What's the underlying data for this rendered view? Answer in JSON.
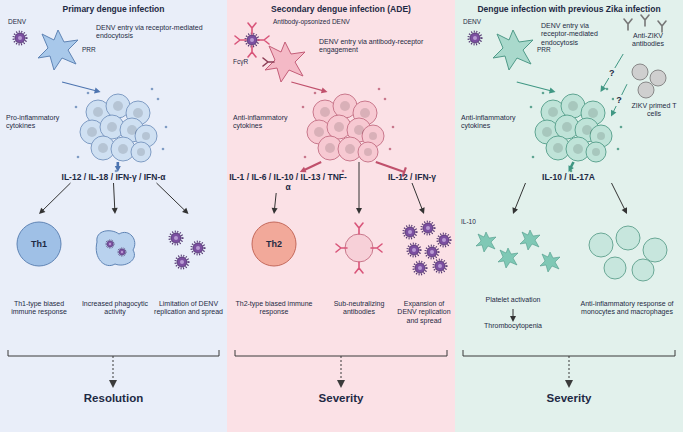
{
  "diagram": {
    "nodes": [
      {
        "text": [
          "Primary dengue infection"
        ]
      },
      {
        "text": [
          "DENV",
          "PRR",
          "DENV entry via receptor-mediated endocytosis"
        ],
        "in": 0
      },
      {
        "text": [
          "Pro-inflammatory cytokines"
        ],
        "in": 0
      },
      {
        "text": [
          "IL-12 / IL-18 / IFN-γ / IFN-α"
        ],
        "in": 0
      },
      {
        "text": [
          "Th1",
          "Th1-type biased immune response"
        ],
        "in": 0
      },
      {
        "text": [
          "Increased phagocytic activity"
        ],
        "in": 0
      },
      {
        "text": [
          "Limitation of DENV replication and spread"
        ],
        "in": 0
      },
      {
        "text": [
          "Secondary dengue infection (ADE)"
        ]
      },
      {
        "text": [
          "Antibody-opsonized DENV",
          "FcγR",
          "DENV entry via antibody-receptor engagement"
        ],
        "in": 7
      },
      {
        "text": [
          "Anti-inflammatory cytokines"
        ],
        "in": 7
      },
      {
        "text": [
          "IL-1 / IL-6 / IL-10 / IL-13 / TNF-α"
        ],
        "in": 7
      },
      {
        "text": [
          "IL-12 / IFN-γ"
        ],
        "in": 7
      },
      {
        "text": [
          "Th2",
          "Th2-type biased immune response"
        ],
        "in": 7
      },
      {
        "text": [
          "Sub-neutralizing antibodies"
        ],
        "in": 7
      },
      {
        "text": [
          "Expansion of DENV replication and spread"
        ],
        "in": 7
      },
      {
        "text": [
          "Dengue infection with previous Zika infection"
        ]
      },
      {
        "text": [
          "DENV",
          "PRR",
          "DENV entry via receptor-mediated endocytosis"
        ],
        "in": 15
      },
      {
        "text": [
          "Anti-ZIKV antibodies"
        ],
        "in": 15
      },
      {
        "text": [
          "ZIKV primed T cells"
        ],
        "in": 15
      },
      {
        "text": [
          "Anti-inflammatory cytokines"
        ],
        "in": 15
      },
      {
        "text": [
          "IL-10 / IL-17A"
        ],
        "in": 15
      },
      {
        "text": [
          "IL-10",
          "Platelet activation"
        ],
        "in": 15
      },
      {
        "text": [
          "Thrombocytopenia"
        ],
        "in": 15
      },
      {
        "text": [
          "Anti-inflammatory response of monocytes and macrophages"
        ],
        "in": 15
      }
    ],
    "edges": [
      {
        "from": 1,
        "to": 2,
        "arrow": "to"
      },
      {
        "from": 2,
        "to": 3,
        "arrow": "to"
      },
      {
        "from": 3,
        "to": 4,
        "arrow": "to"
      },
      {
        "from": 3,
        "to": 5,
        "arrow": "to"
      },
      {
        "from": 3,
        "to": 6,
        "arrow": "to"
      },
      {
        "from": 8,
        "to": 9,
        "arrow": "to"
      },
      {
        "from": 9,
        "to": 10,
        "arrow": "to"
      },
      {
        "from": 9,
        "to": 11,
        "arrow": "to"
      },
      {
        "from": 9,
        "to": 13,
        "arrow": "to"
      },
      {
        "from": 10,
        "to": 12,
        "arrow": "to"
      },
      {
        "from": 11,
        "to": 14,
        "arrow": "to"
      },
      {
        "from": 16,
        "to": 19,
        "arrow": "to"
      },
      {
        "from": 17,
        "to": 19,
        "label": "?",
        "arrow": "to"
      },
      {
        "from": 18,
        "to": 19,
        "label": "?",
        "arrow": "to"
      },
      {
        "from": 19,
        "to": 20,
        "arrow": "to"
      },
      {
        "from": 20,
        "to": 21,
        "arrow": "to"
      },
      {
        "from": 21,
        "to": 22,
        "arrow": "to"
      },
      {
        "from": 20,
        "to": 23,
        "arrow": "to"
      }
    ],
    "labels": [
      "Resolution",
      "Severity",
      "Severity"
    ]
  }
}
